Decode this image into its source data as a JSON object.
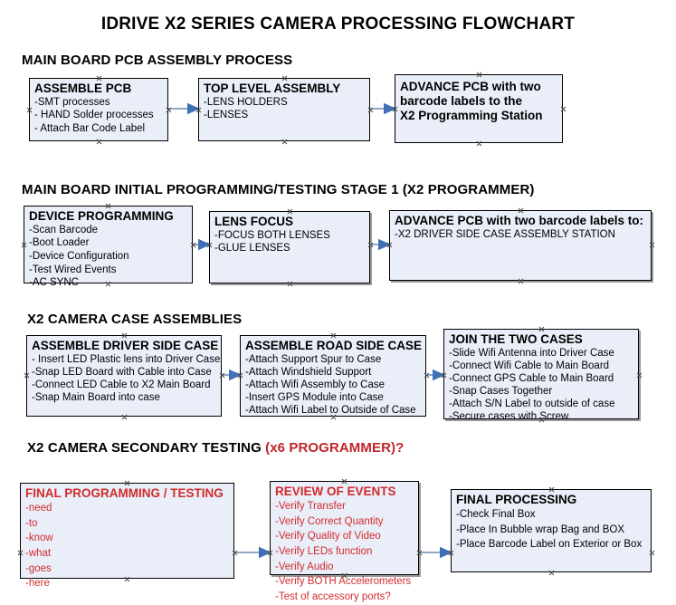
{
  "document": {
    "title": "IDRIVE X2  SERIES CAMERA PROCESSING FLOWCHART"
  },
  "colors": {
    "box_fill": "#e9eef8",
    "box_border": "#000000",
    "connector": "#8fa9c4",
    "arrow_head": "#3f6fb5",
    "text": "#000000",
    "accent_red": "#d22b2b",
    "title_red": "#c0252b"
  },
  "sections": [
    {
      "id": "pcb-assembly",
      "title": "MAIN BOARD PCB ASSEMBLY PROCESS",
      "title_accent": "",
      "nodes": [
        {
          "id": "assemble-pcb",
          "title": "ASSEMBLE PCB",
          "lines": [
            "-SMT processes",
            "- HAND Solder processes",
            "- Attach Bar Code Label"
          ]
        },
        {
          "id": "top-level-assembly",
          "title": "TOP LEVEL ASSEMBLY",
          "lines": [
            "-LENS HOLDERS",
            "-LENSES"
          ]
        },
        {
          "id": "advance-pcb-programming-station",
          "title": "ADVANCE PCB with two",
          "title_line2": "barcode labels to the",
          "title_line3": " X2 Programming Station",
          "lines": []
        }
      ]
    },
    {
      "id": "initial-programming",
      "title": "MAIN BOARD INITIAL PROGRAMMING/TESTING STAGE 1 (X2 PROGRAMMER)",
      "title_accent": "",
      "nodes": [
        {
          "id": "device-programming",
          "title": "DEVICE PROGRAMMING",
          "lines": [
            "-Scan Barcode",
            "-Boot Loader",
            "-Device Configuration",
            "-Test Wired Events",
            "-AC SYNC"
          ]
        },
        {
          "id": "lens-focus",
          "title": "LENS FOCUS",
          "lines": [
            "-FOCUS BOTH LENSES",
            "-GLUE LENSES"
          ]
        },
        {
          "id": "advance-pcb-driver-side-case",
          "title": "ADVANCE PCB with two barcode labels to:",
          "lines": [
            "-X2 DRIVER  SIDE  CASE  ASSEMBLY STATION"
          ]
        }
      ]
    },
    {
      "id": "case-assemblies",
      "title": "X2 CAMERA CASE ASSEMBLIES",
      "title_accent": "",
      "nodes": [
        {
          "id": "assemble-driver-side-case",
          "title": "ASSEMBLE DRIVER SIDE CASE",
          "lines": [
            "- Insert LED Plastic lens into Driver Case",
            "-Snap LED Board with Cable into Case",
            "-Connect LED Cable to X2 Main Board",
            "-Snap Main Board into case"
          ]
        },
        {
          "id": "assemble-road-side-case",
          "title": "ASSEMBLE ROAD SIDE CASE",
          "lines": [
            "-Attach Support Spur to Case",
            "-Attach Windshield Support",
            "-Attach Wifi Assembly to Case",
            "-Insert GPS Module into Case",
            "-Attach Wifi Label to Outside of Case"
          ]
        },
        {
          "id": "join-the-two-cases",
          "title": "JOIN THE TWO CASES",
          "lines": [
            "-Slide Wifi Antenna into Driver Case",
            "-Connect Wifi Cable to Main Board",
            "-Connect GPS Cable to Main Board",
            "-Snap Cases Together",
            "-Attach S/N Label to outside of case",
            "-Secure cases with Screw"
          ]
        }
      ]
    },
    {
      "id": "secondary-testing",
      "title": "X2 CAMERA SECONDARY TESTING ",
      "title_accent": "(x6 PROGRAMMER)?",
      "nodes": [
        {
          "id": "final-programming-testing",
          "title": "FINAL PROGRAMMING / TESTING",
          "lines": [
            "-need",
            "-to",
            "-know",
            "-what",
            "-goes",
            "-here"
          ]
        },
        {
          "id": "review-of-events",
          "title": "REVIEW OF EVENTS",
          "lines": [
            "-Verify Transfer",
            "-Verify Correct Quantity",
            "-Verify Quality of Video",
            "-Verify LEDs function",
            "-Verify Audio",
            "-Verify BOTH Accelerometers",
            "-Test of accessory ports?"
          ]
        },
        {
          "id": "final-processing",
          "title": "FINAL PROCESSING",
          "lines": [
            " -Check Final Box",
            "-Place In Bubble wrap Bag and BOX",
            "-Place Barcode Label on Exterior or Box"
          ]
        }
      ]
    }
  ]
}
